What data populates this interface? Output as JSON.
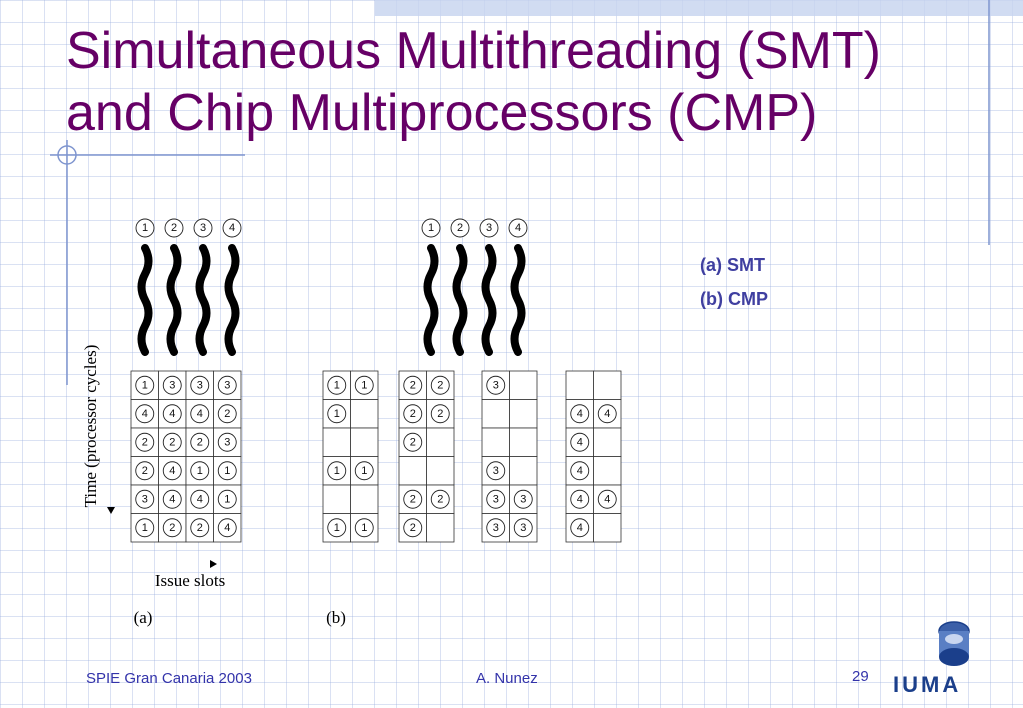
{
  "slide": {
    "title_line1": "Simultaneous Multithreading (SMT)",
    "title_line2": "and Chip Multiprocessors (CMP)",
    "legend": {
      "smt": "(a) SMT",
      "cmp": "(b) CMP"
    },
    "footer": {
      "left": "SPIE Gran Canaria 2003",
      "center": "A. Nunez",
      "page": "29"
    },
    "logo": "IUMA"
  },
  "diagram": {
    "time_label": "Time (processor cycles)",
    "issue_label": "Issue slots",
    "thread_ids": [
      "1",
      "2",
      "3",
      "4"
    ],
    "smt": {
      "caption": "(a)",
      "grid": [
        [
          "1",
          "3",
          "3",
          "3"
        ],
        [
          "4",
          "4",
          "4",
          "2"
        ],
        [
          "2",
          "2",
          "2",
          "3"
        ],
        [
          "2",
          "4",
          "1",
          "1"
        ],
        [
          "3",
          "4",
          "4",
          "1"
        ],
        [
          "1",
          "2",
          "2",
          "4"
        ]
      ]
    },
    "cmp": {
      "caption": "(b)",
      "cores": [
        [
          [
            "1",
            "1"
          ],
          [
            "1",
            ""
          ],
          [
            "",
            ""
          ],
          [
            "1",
            "1"
          ],
          [
            "",
            ""
          ],
          [
            "1",
            "1"
          ]
        ],
        [
          [
            "2",
            "2"
          ],
          [
            "2",
            "2"
          ],
          [
            "2",
            ""
          ],
          [
            "",
            ""
          ],
          [
            "2",
            "2"
          ],
          [
            "2",
            ""
          ]
        ],
        [
          [
            "3",
            ""
          ],
          [
            "",
            ""
          ],
          [
            "",
            ""
          ],
          [
            "3",
            ""
          ],
          [
            "3",
            "3"
          ],
          [
            "3",
            "3"
          ]
        ],
        [
          [
            "",
            ""
          ],
          [
            "4",
            "4"
          ],
          [
            "4",
            ""
          ],
          [
            "4",
            ""
          ],
          [
            "4",
            "4"
          ],
          [
            "4",
            ""
          ]
        ]
      ]
    }
  }
}
